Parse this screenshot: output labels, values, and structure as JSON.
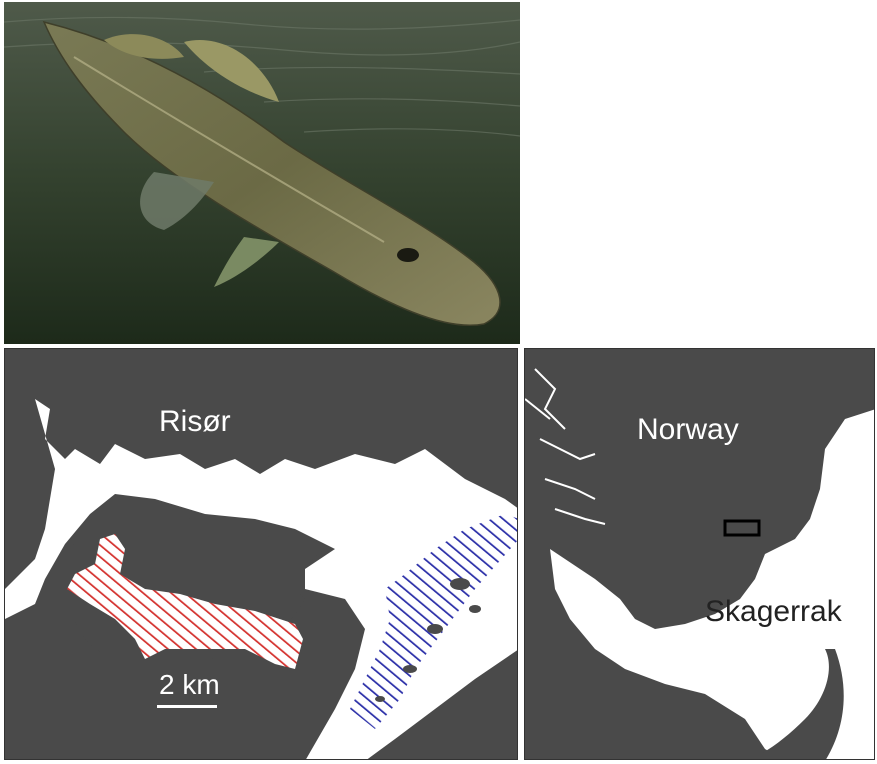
{
  "photo": {
    "subject_icon": "cod-fish-photo"
  },
  "local_map": {
    "town_label": "Risør",
    "scale_label": "2 km",
    "hatch_colors": {
      "red_area": "#d4322f",
      "blue_area": "#2b2fa8"
    },
    "land_color": "#4a4a4a",
    "water_color": "#ffffff"
  },
  "region_map": {
    "country_label": "Norway",
    "sea_label": "Skagerrak",
    "land_color": "#4a4a4a",
    "water_color": "#ffffff"
  }
}
